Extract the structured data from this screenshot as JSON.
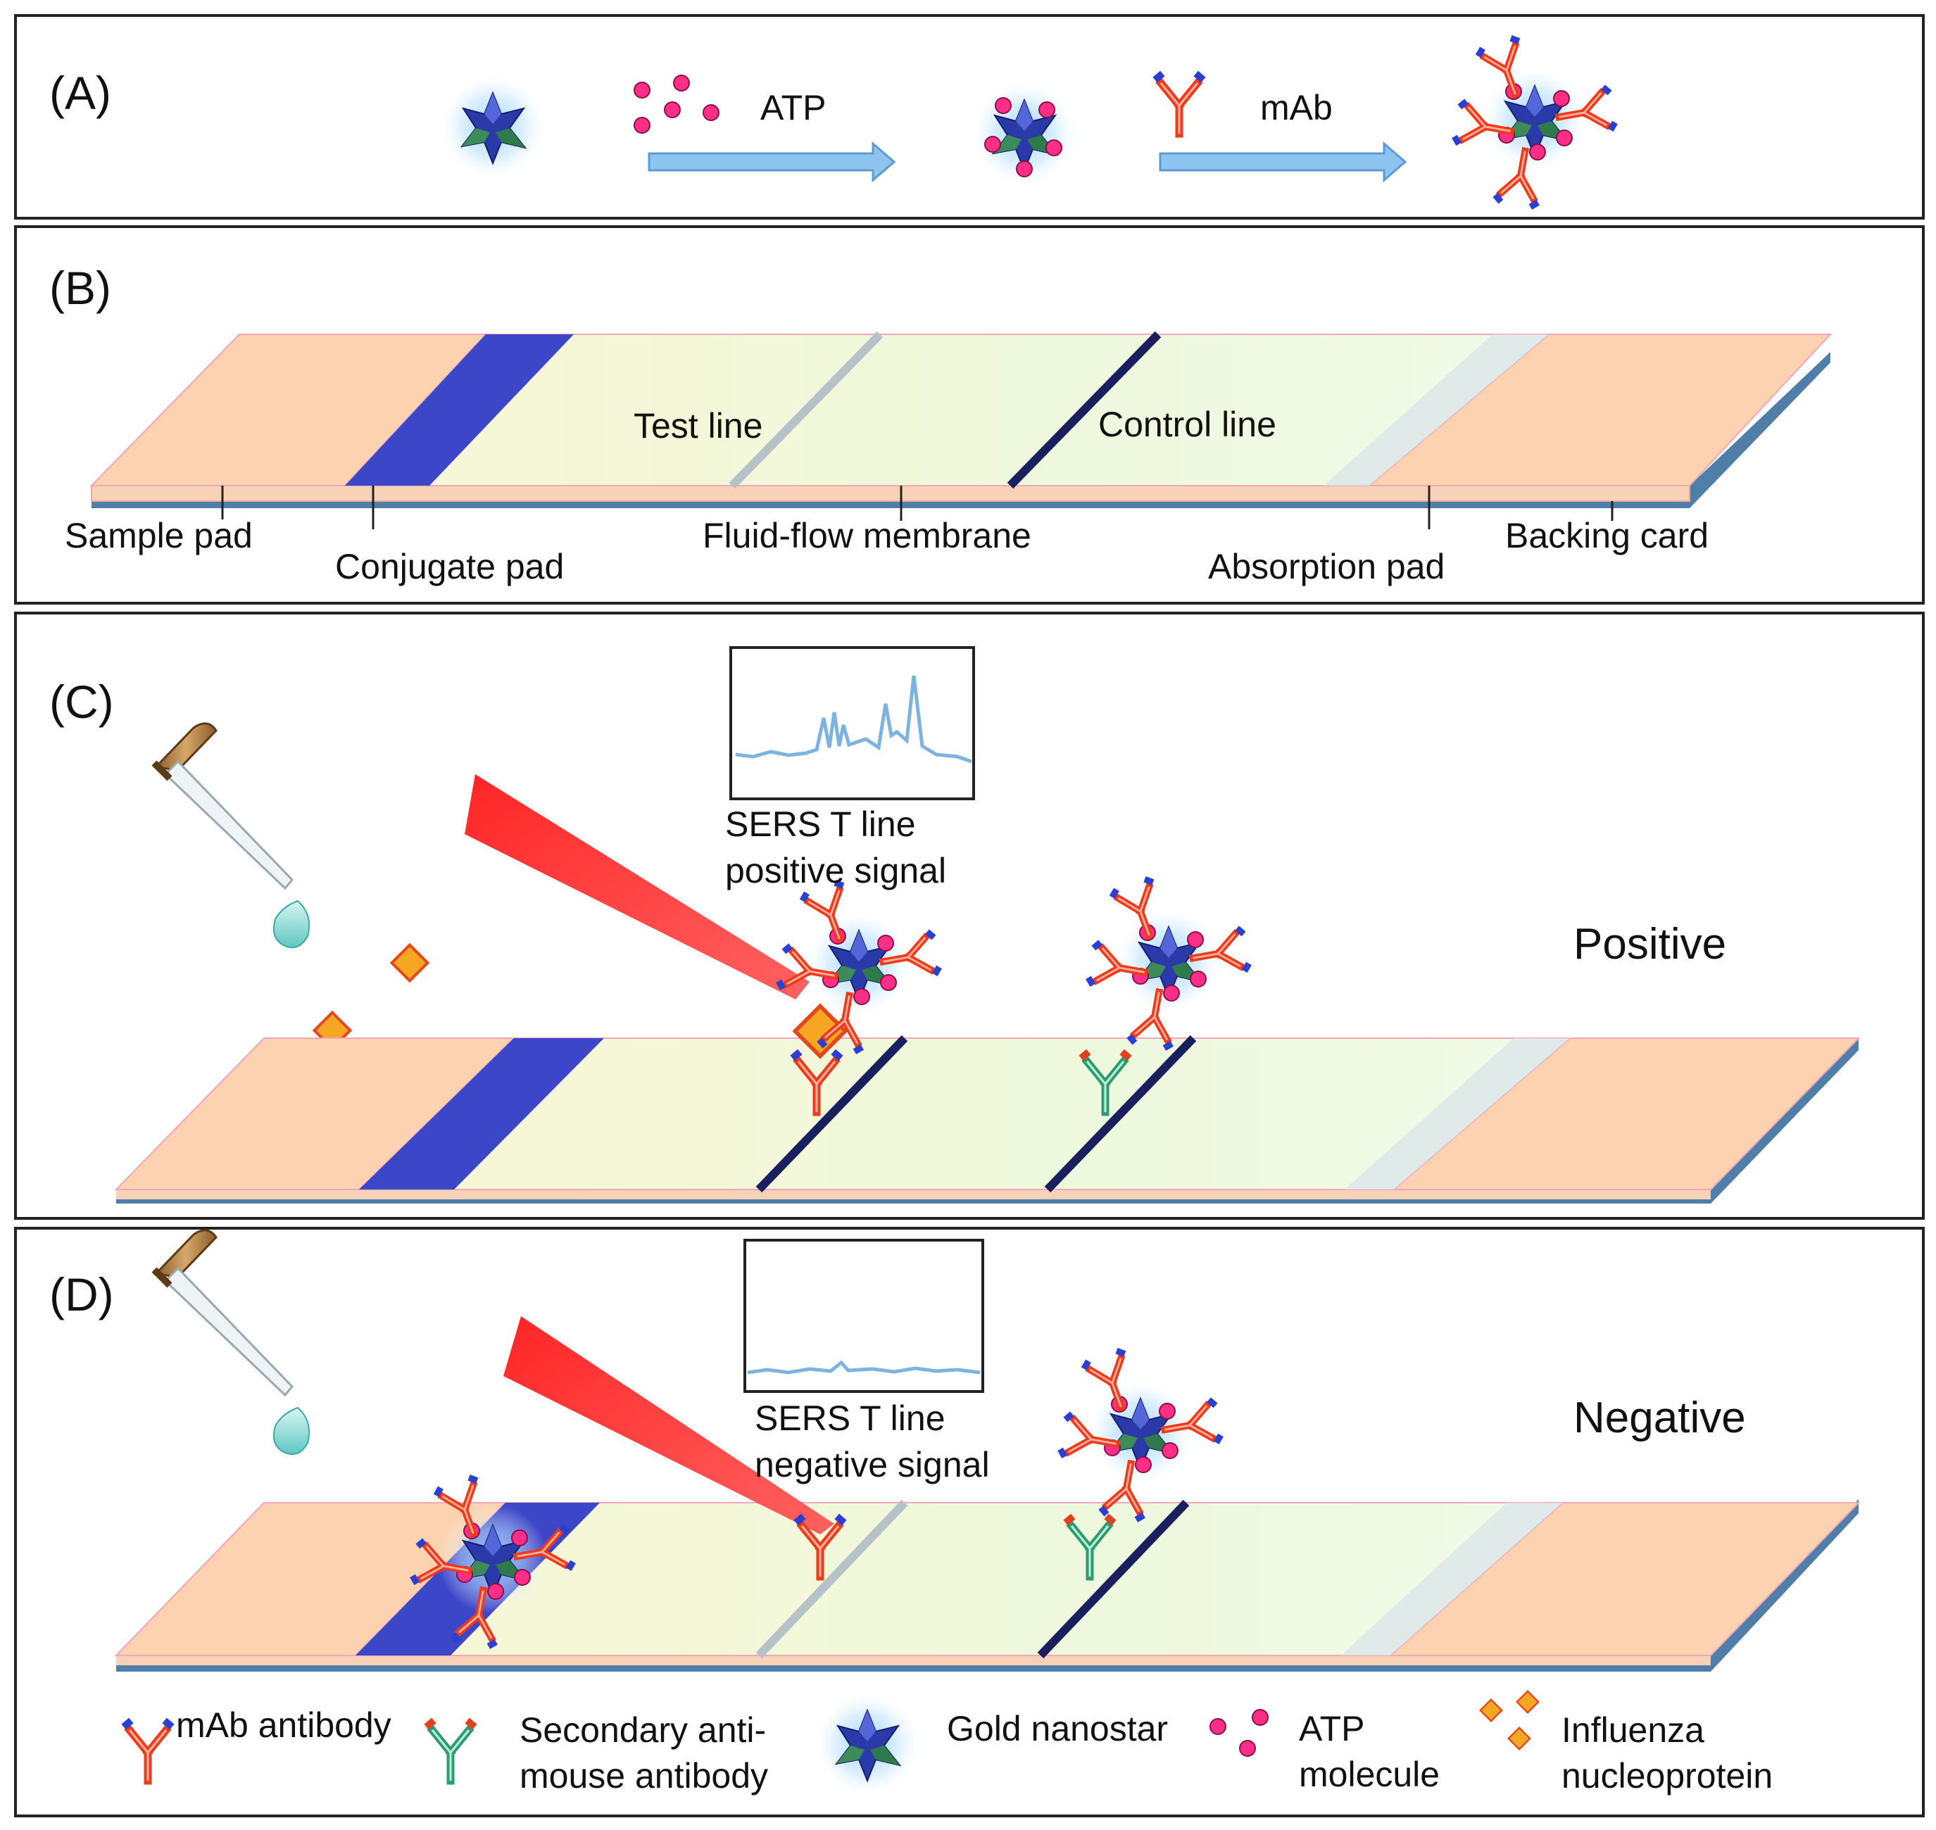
{
  "colors": {
    "pad_orange": "#fcd2b0",
    "conjugate_blue": "#3c46c8",
    "membrane_yellow": "#fbf7d8",
    "membrane_green": "#e9f7df",
    "control_line": "#1a1f5e",
    "test_line_inactive": "#b6c1c8",
    "arrow_blue": "#8ec5f0",
    "atp_pink": "#ff2e86",
    "antibody_red": "#ef3a1c",
    "antibody_tip_blue": "#2b3fd0",
    "secondary_green": "#2e9b74",
    "nanostar_blue": "#2a3aa8",
    "laser_red": "#ff1010",
    "nucleoprotein_orange": "#f7a623",
    "spectrum_blue": "#7cb3e0"
  },
  "panels": {
    "a": {
      "letter": "(A)",
      "atp_label": "ATP",
      "mab_label": "mAb"
    },
    "b": {
      "letter": "(B)",
      "test_line": "Test line",
      "control_line": "Control line",
      "sample_pad": "Sample pad",
      "conjugate_pad": "Conjugate pad",
      "membrane": "Fluid-flow membrane",
      "absorption_pad": "Absorption pad",
      "backing_card": "Backing card"
    },
    "c": {
      "letter": "(C)",
      "signal_line1": "SERS T line",
      "signal_line2": "positive signal",
      "result": "Positive"
    },
    "d": {
      "letter": "(D)",
      "signal_line1": "SERS T line",
      "signal_line2": "negative signal",
      "result": "Negative"
    }
  },
  "legend": {
    "mab": "mAb antibody",
    "secondary_line1": "Secondary anti-",
    "secondary_line2": "mouse antibody",
    "nanostar": "Gold nanostar",
    "atp_line1": "ATP",
    "atp_line2": "molecule",
    "nucleo_line1": "Influenza",
    "nucleo_line2": "nucleoprotein"
  }
}
